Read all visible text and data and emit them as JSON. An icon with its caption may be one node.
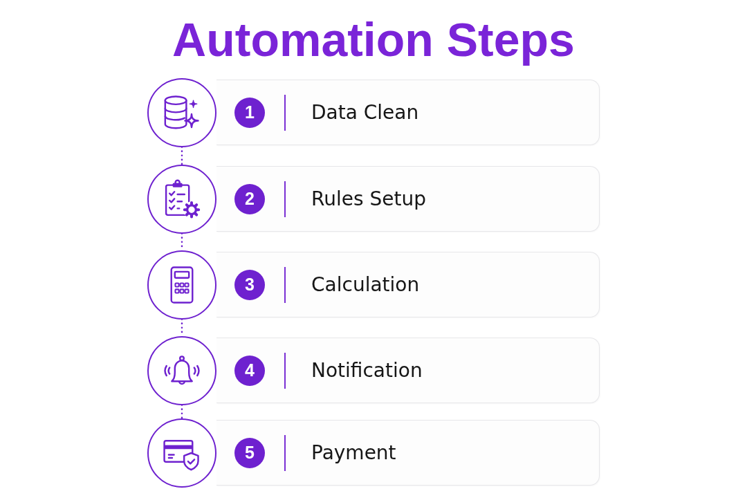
{
  "diagram": {
    "title": "Automation Steps",
    "nodes": [
      {
        "text": [],
        "shape": "circle"
      },
      {
        "text": [
          "Data Clean"
        ]
      },
      {
        "text": [
          "1"
        ],
        "in": 1
      },
      {
        "text": [],
        "shape": "circle"
      },
      {
        "text": [
          "Rules Setup"
        ]
      },
      {
        "text": [
          "2"
        ],
        "in": 4
      },
      {
        "text": [],
        "shape": "circle"
      },
      {
        "text": [
          "Calculation"
        ]
      },
      {
        "text": [
          "3"
        ],
        "in": 7
      },
      {
        "text": [],
        "shape": "circle"
      },
      {
        "text": [
          "Notification"
        ]
      },
      {
        "text": [
          "4"
        ],
        "in": 10
      },
      {
        "text": [],
        "shape": "circle"
      },
      {
        "text": [
          "Payment"
        ]
      },
      {
        "text": [
          "5"
        ],
        "in": 13
      }
    ],
    "edges": [
      {
        "from": 0,
        "to": 3,
        "arrow": "none",
        "style": "dashed"
      },
      {
        "from": 3,
        "to": 6,
        "arrow": "none",
        "style": "dashed"
      },
      {
        "from": 6,
        "to": 9,
        "arrow": "none",
        "style": "dashed"
      },
      {
        "from": 9,
        "to": 12,
        "arrow": "none",
        "style": "dashed"
      }
    ]
  }
}
